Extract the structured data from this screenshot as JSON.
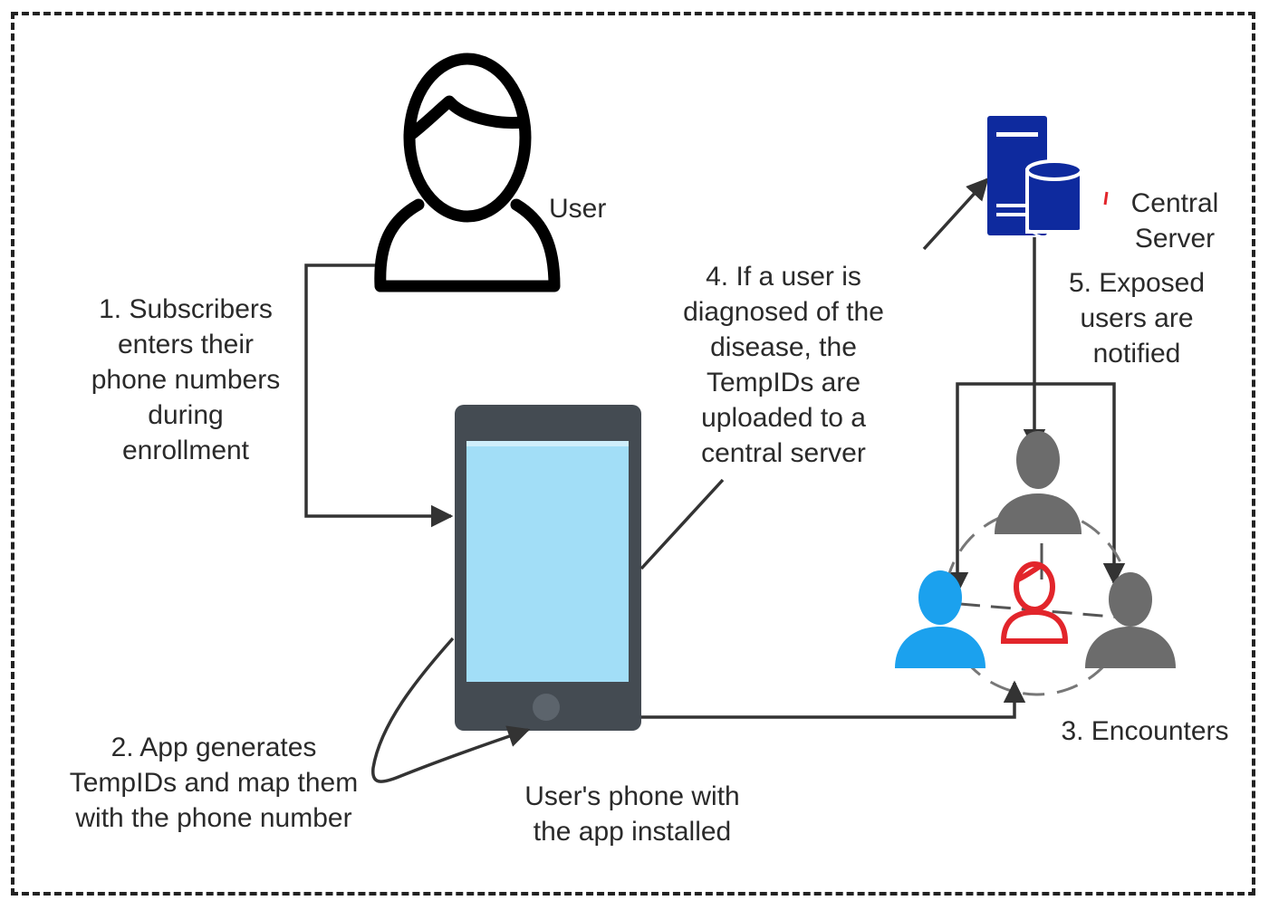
{
  "labels": {
    "user": "User",
    "central_server": "Central\nServer",
    "step1": "1. Subscribers\nenters their\nphone numbers\nduring\nenrollment",
    "step2": "2. App generates\nTempIDs and map them\nwith the phone number",
    "step3": "3. Encounters",
    "step4": "4. If a user is\ndiagnosed of the\ndisease, the\nTempIDs are\nuploaded to a\ncentral server",
    "step5": "5. Exposed\nusers are\nnotified",
    "phone_caption": "User's phone with\nthe app installed"
  },
  "icons": {
    "user": "user-outline-icon",
    "server": "server-database-icon",
    "phone": "smartphone-icon",
    "encounter_people": [
      "person-gray-icon",
      "person-blue-icon",
      "person-red-outline-icon",
      "person-gray-icon"
    ]
  },
  "colors": {
    "frame": "#222222",
    "arrow": "#333333",
    "server": "#0e2a9e",
    "phone_body": "#444b52",
    "phone_screen": "#a2def7",
    "person_gray": "#6c6c6c",
    "person_blue": "#1ba1ee",
    "person_red": "#e2252b"
  }
}
